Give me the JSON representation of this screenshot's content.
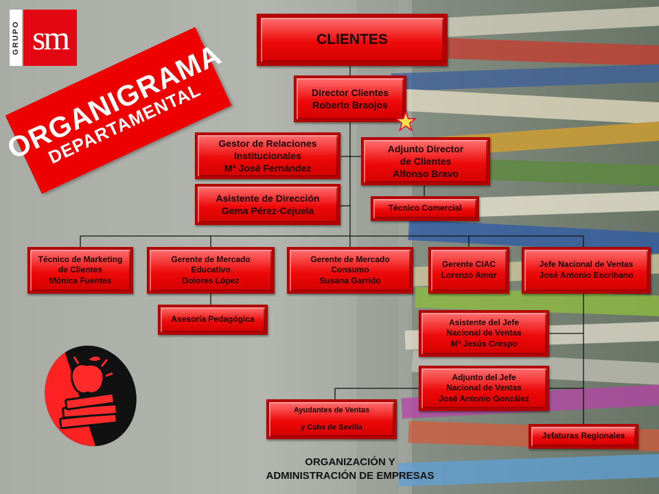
{
  "logo": {
    "group_label": "GRUPO",
    "brand": "sm"
  },
  "banner": {
    "line1": "ORGANIGRAMA",
    "line2": "DEPARTAMENTAL"
  },
  "colors": {
    "box_fill": "#ee0a0a",
    "box_border": "#b30000",
    "banner": "#ee0000",
    "connector": "#111111",
    "star": "#ffe14a"
  },
  "nodes": {
    "clientes": "CLIENTES",
    "director": "Director Clientes\nRoberto Braojos",
    "gestor": "Gestor de Relaciones\nInstitucionales\nMª José Fernández",
    "adjunto_director": "Adjunto Director\nde Clientes\nAlfonso Bravo",
    "asistente_direccion": "Asistente de Dirección\nGema Pérez-Cejuela",
    "tecnico_comercial": "Técnico Comercial",
    "tecnico_marketing": "Técnico de Marketing\nde Clientes\nMónica Fuentes",
    "gerente_educativo": "Gerente de Mercado\nEducativo\nDolores López",
    "gerente_consumo": "Gerente de Mercado\nConsumo\nSusana Garrido",
    "gerente_ciac": "Gerente CIAC\nLorenzo Amor",
    "jefe_nacional": "Jefe Nacional de Ventas\nJosé Antonio Escribano",
    "asesoria": "Asesoría Pedagógica",
    "asistente_jefe": "Asistente del Jefe\nNacional de Ventas\nMª Jesús Crespo",
    "adjunto_jefe": "Adjunto del Jefe\nNacional de Ventas\nJosé Antonio González",
    "ayudantes": "Ayudantes de Ventas\n\ny Cahs de Sevilla",
    "jefaturas": "Jefaturas Regionales"
  },
  "footer": {
    "line1": "ORGANIZACIÓN Y",
    "line2": "ADMINISTRACIÓN DE EMPRESAS"
  },
  "decorations": {
    "star": "star-icon",
    "clipart": "apple-books-icon",
    "background": "books-stack-photo"
  }
}
